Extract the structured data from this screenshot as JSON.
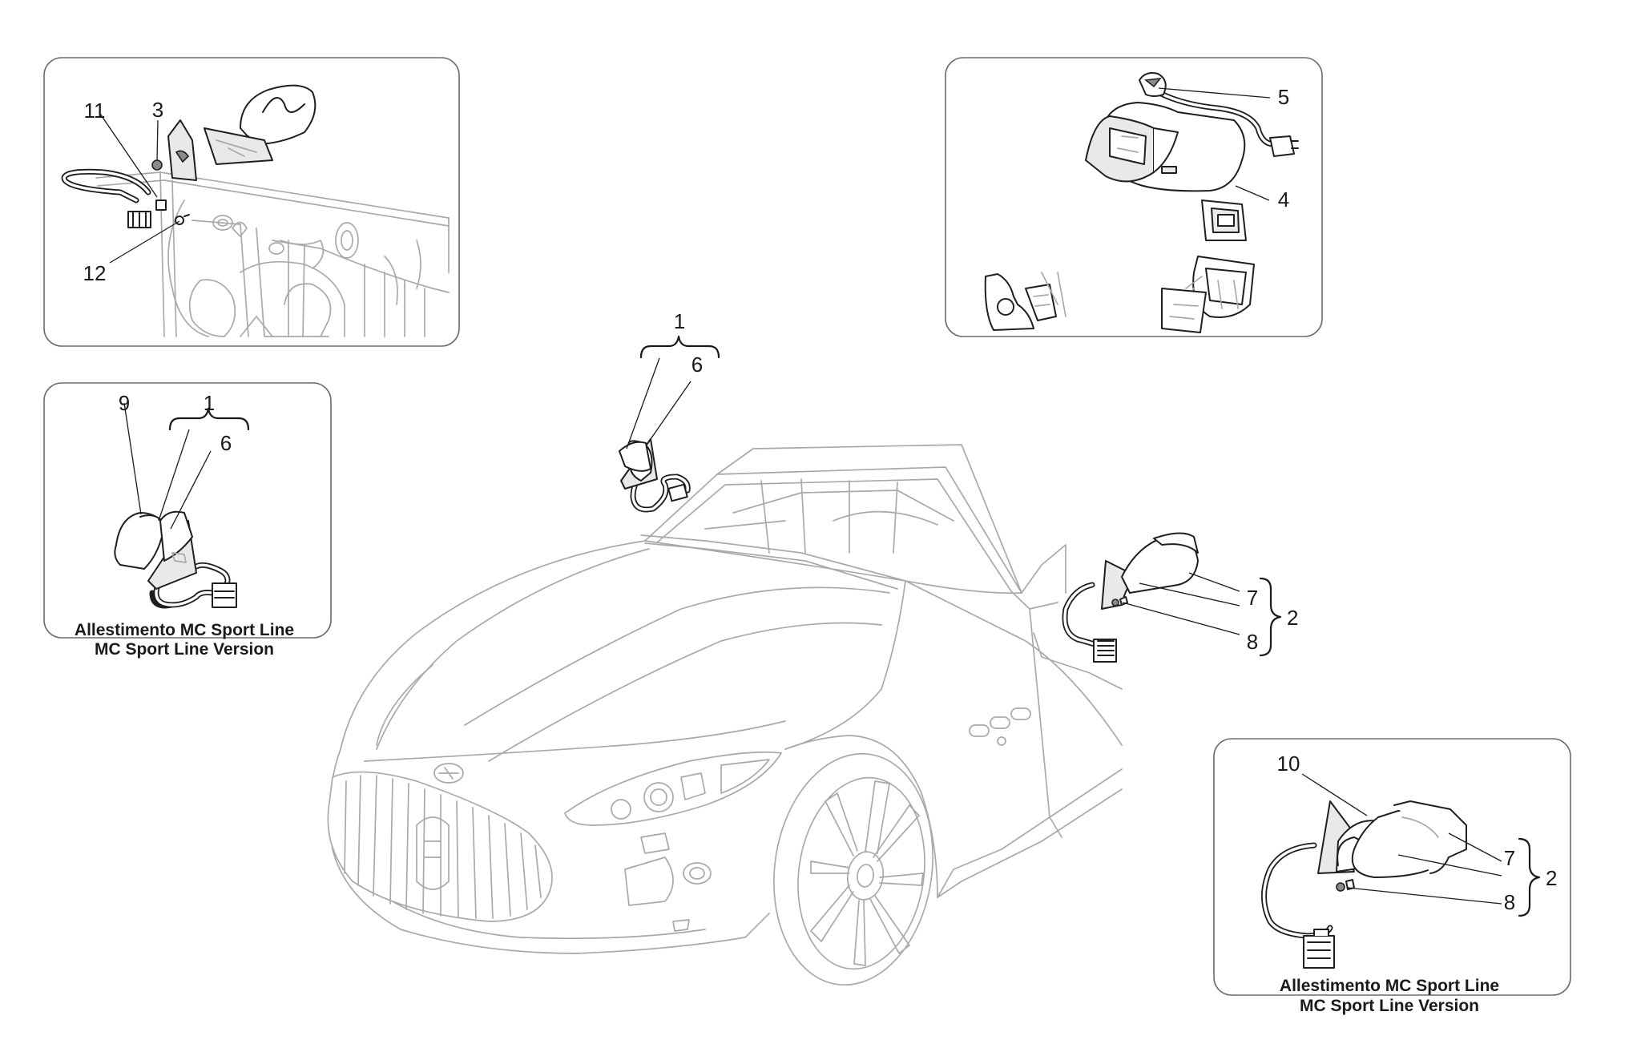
{
  "callouts": {
    "n1": "1",
    "n2": "2",
    "n3": "3",
    "n4": "4",
    "n5": "5",
    "n6": "6",
    "n7": "7",
    "n8": "8",
    "n9": "9",
    "n10": "10",
    "n11": "11",
    "n12": "12"
  },
  "captions": {
    "version_it": "Allestimento MC Sport Line",
    "version_en": "MC Sport Line Version"
  }
}
